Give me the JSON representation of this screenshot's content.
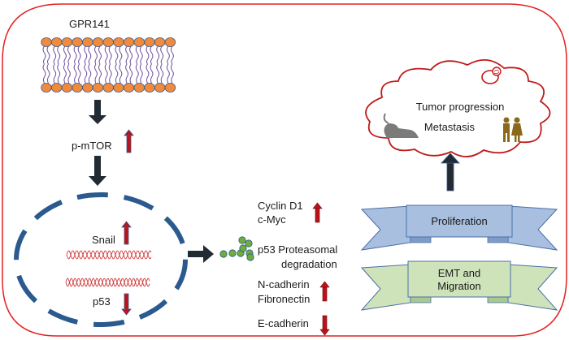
{
  "colors": {
    "frame": "#e32222",
    "membrane_head": "#f08a3c",
    "membrane_tail": "#6a4c9c",
    "dark_arrow": "#222a33",
    "arrow_outline": "#3b5a8a",
    "up_arrow": "#c01018",
    "nucleus": "#2a5a8e",
    "dna": "#d23a3a",
    "proteasome": "#6fae3c",
    "cloud": "#c01a1a",
    "mouse": "#7b7b7b",
    "humans": "#8a6a1a",
    "ribbon_blue": "#a8bfe0",
    "ribbon_green": "#cfe3bb"
  },
  "membrane": {
    "label": "GPR141",
    "lipid_count": 13
  },
  "signaling": {
    "p_mtor": "p-mTOR",
    "p_mtor_change": "up"
  },
  "nucleus": {
    "genes": [
      {
        "label": "Snail",
        "change": "up"
      },
      {
        "label": "p53",
        "change": "down"
      }
    ]
  },
  "effects": {
    "cyclin": {
      "lines": [
        "Cyclin D1",
        "c-Myc"
      ],
      "change": "up"
    },
    "p53_degradation": {
      "lines": [
        "p53 Proteasomal",
        "degradation"
      ]
    },
    "mesenchymal": {
      "lines": [
        "N-cadherin",
        "Fibronectin"
      ],
      "change": "up"
    },
    "epithelial": {
      "lines": [
        "E-cadherin"
      ],
      "change": "down"
    }
  },
  "ribbons": [
    {
      "lines": [
        "Proliferation"
      ],
      "color_key": "ribbon_blue"
    },
    {
      "lines": [
        "EMT and",
        "Migration"
      ],
      "color_key": "ribbon_green"
    }
  ],
  "outcome": {
    "lines": [
      "Tumor progression",
      "Metastasis"
    ],
    "icons": [
      "mouse-icon",
      "humans-icon",
      "tumor-icon"
    ]
  }
}
